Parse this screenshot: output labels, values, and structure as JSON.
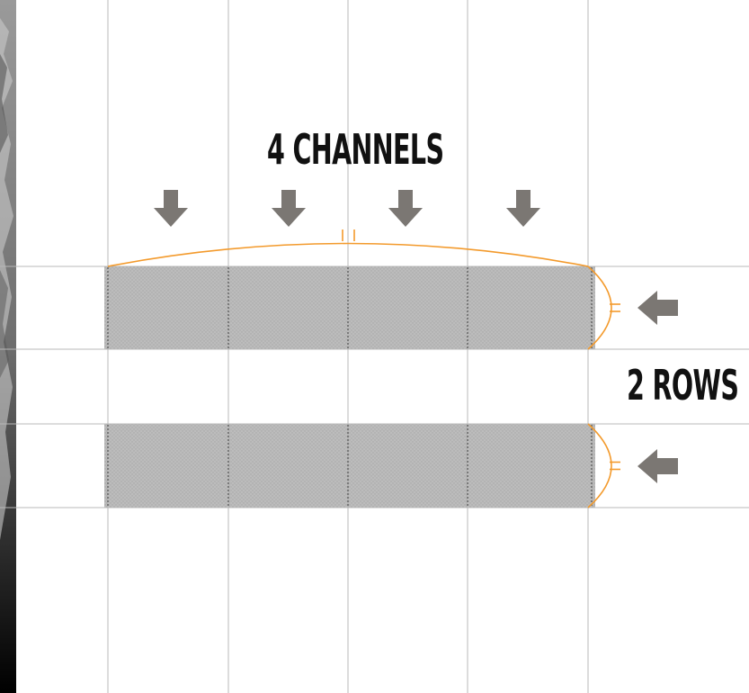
{
  "labels": {
    "channels": "4 CHANNELS",
    "rows": "2 ROWS"
  },
  "diagram": {
    "channel_count": 4,
    "row_count": 2,
    "colors": {
      "background": "#ffffff",
      "grid_line": "#b8b8b8",
      "fabric": "#b9b9b9",
      "fabric_dots": "#a2a2a2",
      "seam": "#7a7a7a",
      "measure_line": "#f39a2c",
      "arrow": "#7b7773",
      "photo_strip": "#5a5a5a"
    },
    "icons": {
      "channel_arrow": "arrow-down-icon",
      "row_arrow": "arrow-left-icon"
    }
  }
}
